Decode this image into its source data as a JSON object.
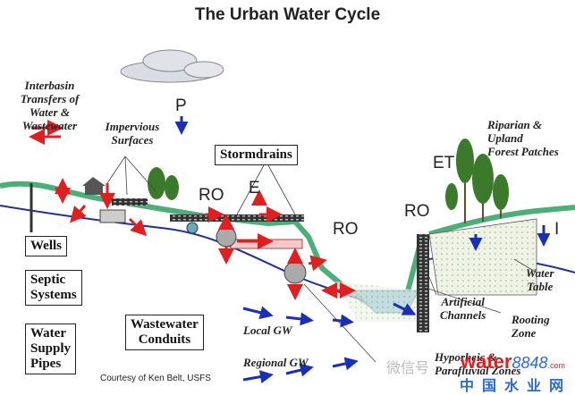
{
  "title": "The Urban Water Cycle",
  "labels": {
    "interbasin": [
      "Interbasin",
      "Transfers of",
      "Water &",
      "Wastewater"
    ],
    "impervious": [
      "Impervious",
      "Surfaces"
    ],
    "precip": "P",
    "stormdrains": "Stormdrains",
    "ro_left": "RO",
    "ro_mid": "RO",
    "ro_right": "RO",
    "evap": "E",
    "et": "ET",
    "riparian": [
      "Riparian &",
      "Upland",
      "Forest Patches"
    ],
    "infiltration": "I",
    "water_table": [
      "Water",
      "Table"
    ],
    "artificial_channels": [
      "Artificial",
      "Channels"
    ],
    "rooting_zone": [
      "Rooting",
      "Zone"
    ],
    "wells": "Wells",
    "septic": [
      "Septic",
      "Systems"
    ],
    "supply": [
      "Water",
      "Supply",
      "Pipes"
    ],
    "wastewater": [
      "Wastewater",
      "Conduits"
    ],
    "local_gw": "Local GW",
    "regional_gw": "Regional GW",
    "hyporheic": [
      "Hyporheic &",
      "Parafluvial Zones"
    ],
    "credit": "Courtesy of Ken Belt, USFS"
  },
  "watermark": {
    "text": "微信号",
    "logo_main": "water",
    "logo_num": "8848",
    "logo_com": ".com",
    "logo_cn": "中国水业网"
  },
  "colors": {
    "flow_red": "#e02020",
    "gw_blue": "#1a2fb8",
    "stream_green": "#4caf7a",
    "water_blue": "#2030a0"
  }
}
